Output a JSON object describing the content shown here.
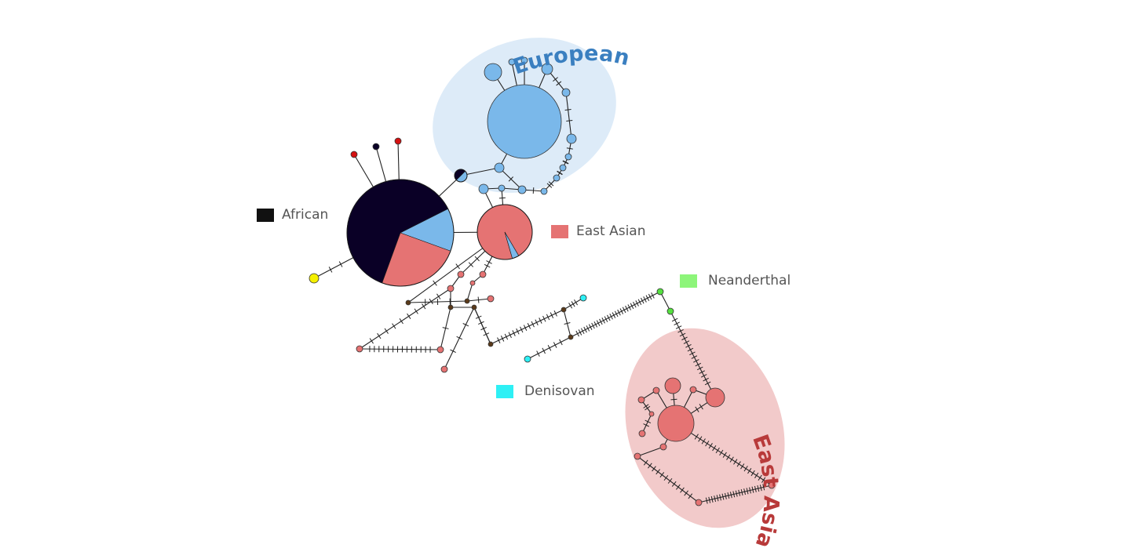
{
  "legend": {
    "african": {
      "label": "African",
      "color": "#111111"
    },
    "east_asian": {
      "label": "East Asian",
      "color": "#E57373"
    },
    "neanderthal": {
      "label": "Neanderthal",
      "color": "#8DF57A"
    },
    "denisovan": {
      "label": "Denisovan",
      "color": "#2EF0F5"
    }
  },
  "clusters": {
    "european": {
      "label": "European",
      "color": "#3A7FC0",
      "fill": "#DDEBF8"
    },
    "east_asian": {
      "label": "East Asian",
      "color": "#B83A3A",
      "fill": "#F2CACA"
    }
  },
  "colors": {
    "african": "#0A0026",
    "european": "#7AB8EA",
    "east_asian": "#E57373",
    "neanderthal": "#55E040",
    "denisovan": "#2EF0F5",
    "other_red": "#D51111",
    "other_yellow": "#F5F000",
    "node_dark": "#5A3A1A",
    "edge": "#222222"
  },
  "haplotypes": {
    "african_root": {
      "african": 0.62,
      "east_asian": 0.25,
      "european": 0.13
    },
    "east_asian_main": {
      "east_asian": 0.96,
      "european": 0.04
    },
    "mixed_small": {
      "african": 0.5,
      "european": 0.5
    }
  }
}
